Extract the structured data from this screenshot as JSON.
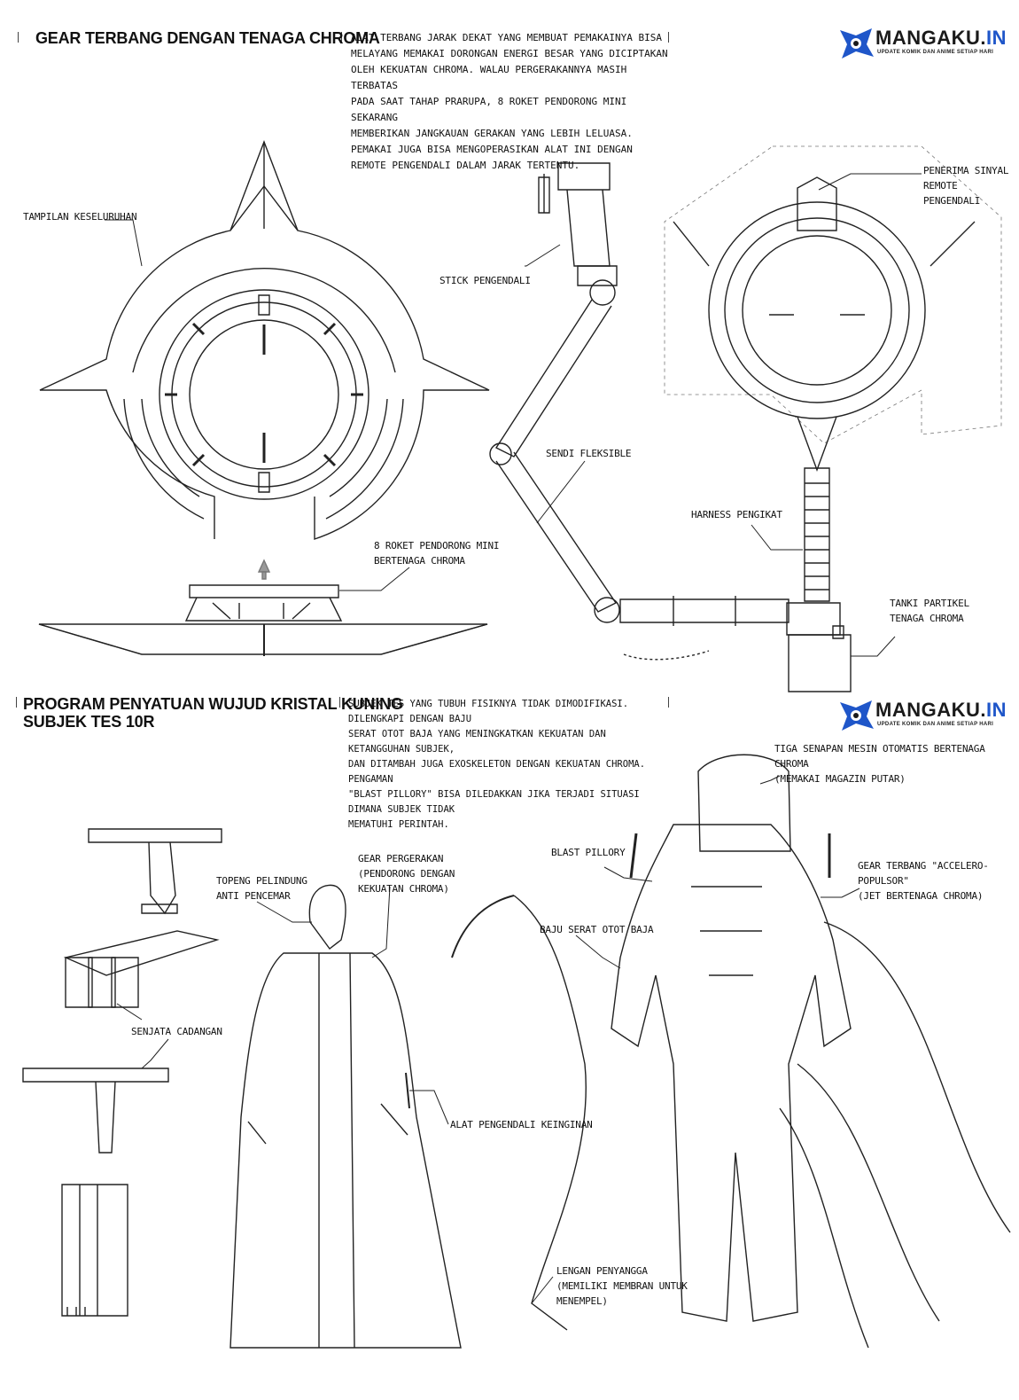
{
  "section1": {
    "title": "GEAR TERBANG DENGAN TENAGA CHROMA",
    "description": "ALAT TERBANG JARAK DEKAT YANG MEMBUAT PEMAKAINYA BISA\nMELAYANG MEMAKAI DORONGAN ENERGI BESAR YANG DICIPTAKAN\nOLEH KEKUATAN CHROMA. WALAU PERGERAKANNYA MASIH TERBATAS\nPADA SAAT TAHAP PRARUPA, 8 ROKET PENDORONG MINI SEKARANG\nMEMBERIKAN JANGKAUAN GERAKAN YANG LEBIH LELUASA.\nPEMAKAI JUGA BISA MENGOPERASIKAN ALAT INI DENGAN\nREMOTE PENGENDALI DALAM JARAK TERTENTU.",
    "labels": {
      "overall_view": "TAMPILAN KESELURUHAN",
      "control_stick": "STICK PENGENDALI",
      "signal_receiver": "PENERIMA SINYAL\nREMOTE PENGENDALI",
      "flexible_joint": "SENDI FLEKSIBLE",
      "harness": "HARNESS PENGIKAT",
      "mini_rockets": "8 ROKET PENDORONG MINI\nBERTENAGA CHROMA",
      "particle_tank": "TANKI PARTIKEL\nTENAGA CHROMA"
    }
  },
  "section2": {
    "title": "PROGRAM PENYATUAN WUJUD KRISTAL KUNING\nSUBJEK TES 10R",
    "description": "SUBJEK TES YANG TUBUH FISIKNYA TIDAK DIMODIFIKASI. DILENGKAPI DENGAN BAJU\nSERAT OTOT BAJA YANG MENINGKATKAN KEKUATAN DAN KETANGGUHAN SUBJEK,\nDAN DITAMBAH JUGA EXOSKELETON DENGAN KEKUATAN CHROMA. PENGAMAN\n\"BLAST PILLORY\" BISA DILEDAKKAN JIKA TERJADI SITUASI DIMANA SUBJEK TIDAK\nMEMATUHI PERINTAH.",
    "labels": {
      "three_rifles": "TIGA SENAPAN MESIN OTOMATIS BERTENAGA CHROMA\n(MEMAKAI MAGAZIN PUTAR)",
      "blast_pillory": "BLAST PILLORY",
      "flight_gear": "GEAR TERBANG \"ACCELERO-POPULSOR\"\n(JET BERTENAGA CHROMA)",
      "mask": "TOPENG PELINDUNG\nANTI PENCEMAR",
      "movement_gear": "GEAR PERGERAKAN\n(PENDORONG DENGAN\nKEKUATAN CHROMA)",
      "muscle_suit": "BAJU SERAT OTOT BAJA",
      "backup_weapon": "SENJATA CADANGAN",
      "desire_controller": "ALAT PENGENDALI KEINGINAN",
      "support_arm": "LENGAN PENYANGGA\n(MEMILIKI MEMBRAN UNTUK\nMENEMPEL)"
    }
  },
  "watermark": {
    "name_main": "MANGAKU.",
    "name_accent": "IN",
    "tagline": "UPDATE KOMIK DAN ANIME SETIAP HARI",
    "icon": "ninja-star-icon",
    "accent_color": "#1f56c9"
  }
}
